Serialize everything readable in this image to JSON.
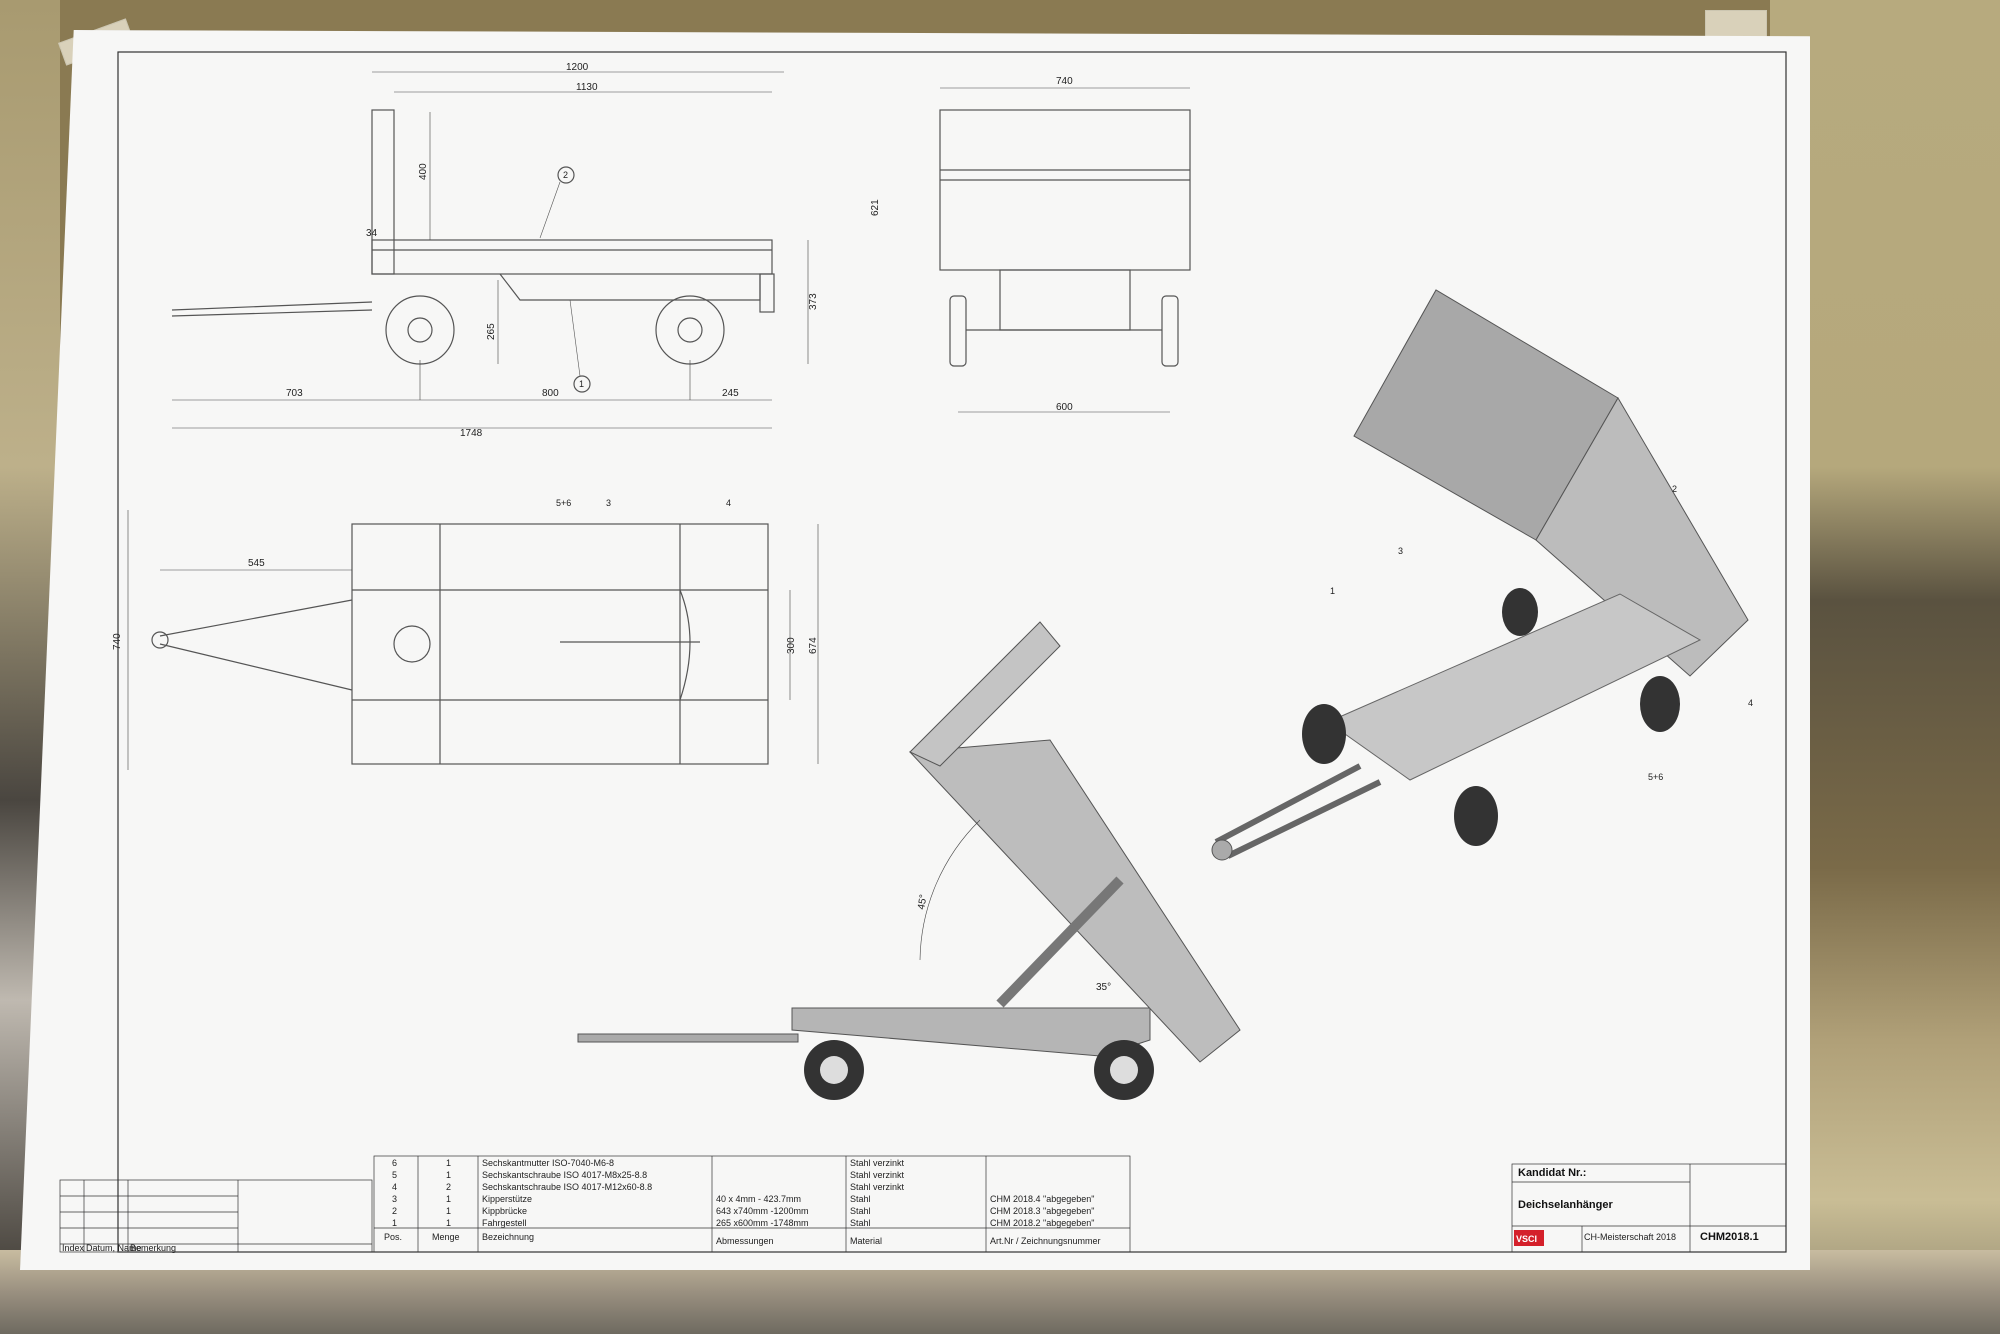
{
  "dimensions": {
    "side": [
      "1200",
      "1130",
      "400",
      "34",
      "621",
      "373",
      "265",
      "703",
      "800",
      "245",
      "1748"
    ],
    "front": [
      "740",
      "621",
      "600"
    ],
    "top": [
      "545",
      "740",
      "300",
      "674"
    ],
    "tilt": [
      "45°",
      "35°"
    ]
  },
  "balloons": {
    "side": [
      "2",
      "1"
    ],
    "top": [
      "5+6",
      "3",
      "4"
    ],
    "iso": [
      "3",
      "1",
      "2",
      "4",
      "5+6"
    ]
  },
  "parts_list": {
    "rows": [
      {
        "pos": "6",
        "menge": "1",
        "bezeichnung": "Sechskantmutter ISO-7040-M6-8",
        "abmessungen": "",
        "material": "Stahl verzinkt",
        "artnr": ""
      },
      {
        "pos": "5",
        "menge": "1",
        "bezeichnung": "Sechskantschraube ISO 4017-M8x25-8.8",
        "abmessungen": "",
        "material": "Stahl verzinkt",
        "artnr": ""
      },
      {
        "pos": "4",
        "menge": "2",
        "bezeichnung": "Sechskantschraube ISO 4017-M12x60-8.8",
        "abmessungen": "",
        "material": "Stahl verzinkt",
        "artnr": ""
      },
      {
        "pos": "3",
        "menge": "1",
        "bezeichnung": "Kipperstütze",
        "abmessungen": "40 x 4mm - 423.7mm",
        "material": "Stahl",
        "artnr": "CHM 2018.4 \"abgegeben\""
      },
      {
        "pos": "2",
        "menge": "1",
        "bezeichnung": "Kippbrücke",
        "abmessungen": "643 x740mm -1200mm",
        "material": "Stahl",
        "artnr": "CHM 2018.3 \"abgegeben\""
      },
      {
        "pos": "1",
        "menge": "1",
        "bezeichnung": "Fahrgestell",
        "abmessungen": "265 x600mm -1748mm",
        "material": "Stahl",
        "artnr": "CHM 2018.2 \"abgegeben\""
      }
    ],
    "headers": {
      "pos": "Pos.",
      "menge": "Menge",
      "bezeichnung": "Bezeichnung",
      "abmessungen": "Abmessungen",
      "material": "Material",
      "artnr": "Art.Nr / Zeichnungsnummer"
    }
  },
  "revision_block": {
    "headers": [
      "Index",
      "Datum, Name",
      "Bemerkung"
    ]
  },
  "title_block": {
    "kandidat_label": "Kandidat Nr.:",
    "title": "Deichselanhänger",
    "logo": "VSCI",
    "event": "CH-Meisterschaft 2018",
    "drawing_no": "CHM2018.1"
  },
  "colors": {
    "sheet": "#f7f7f6",
    "line": "#333333",
    "model": "#9a9a9a",
    "logo": "#d4202a"
  }
}
